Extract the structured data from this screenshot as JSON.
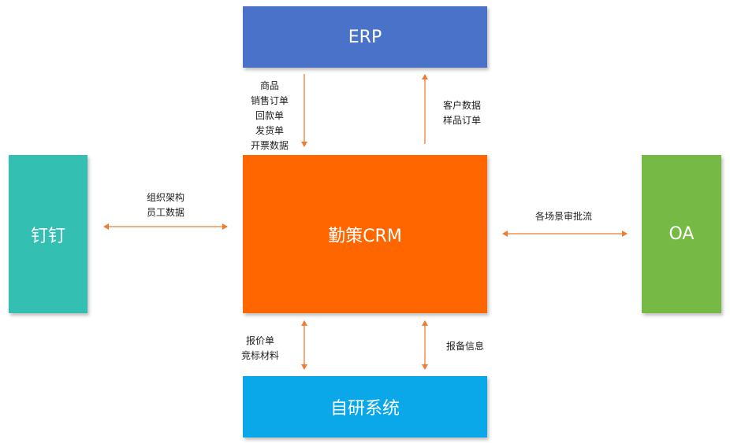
{
  "colors": {
    "erp": "#4a72c9",
    "crm": "#ff6600",
    "dingtalk": "#33c0b3",
    "oa": "#77b945",
    "selfdev": "#0aa8e8",
    "arrow": "#ee7d31"
  },
  "nodes": {
    "erp": "ERP",
    "crm": "勤策CRM",
    "dingtalk": "钉钉",
    "oa": "OA",
    "selfdev": "自研系统"
  },
  "flows": {
    "erp_to_crm": [
      "商品",
      "销售订单",
      "回款单",
      "发货单",
      "开票数据"
    ],
    "crm_to_erp": [
      "客户数据",
      "样品订单"
    ],
    "dingtalk_crm": [
      "组织架构",
      "员工数据"
    ],
    "crm_oa": [
      "各场景审批流"
    ],
    "selfdev_left": [
      "报价单",
      "竞标材料"
    ],
    "selfdev_right": [
      "报备信息"
    ]
  }
}
